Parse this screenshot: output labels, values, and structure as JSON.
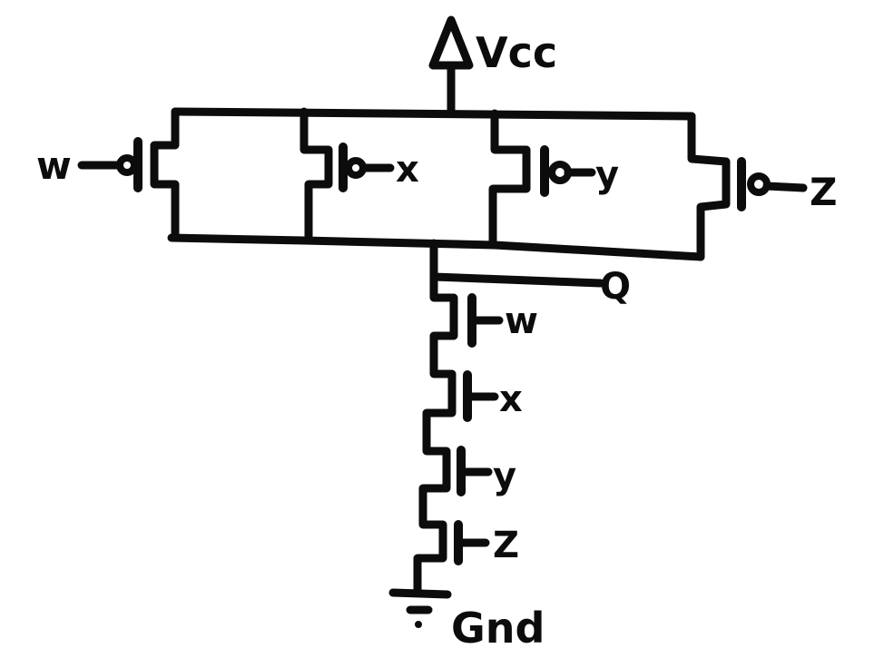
{
  "labels": {
    "vcc": "Vcc",
    "gnd": "Gnd",
    "output": "Q",
    "pmos_inputs": [
      "w",
      "x",
      "y",
      "Z"
    ],
    "nmos_inputs": [
      "w",
      "x",
      "y",
      "Z"
    ]
  },
  "colors": {
    "ink": "#0c0c0c",
    "paper": "#ffffff"
  }
}
